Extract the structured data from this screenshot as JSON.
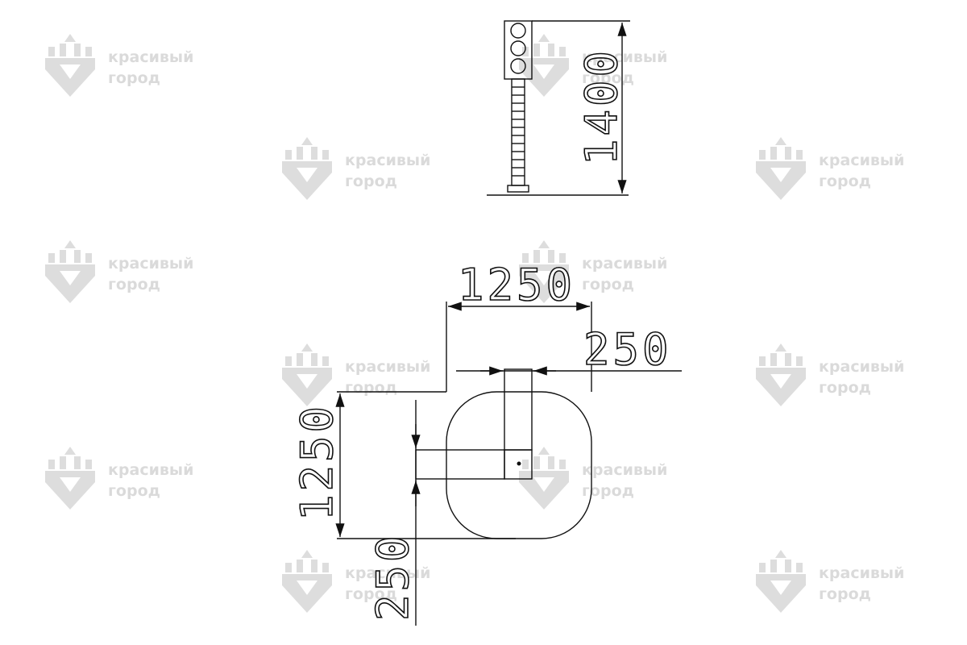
{
  "watermark": {
    "line1": "красивый",
    "line2": "город",
    "color": "#a9a9a9",
    "icon": "castle-shield-icon"
  },
  "drawing": {
    "line_color": "#111111",
    "elevation_view": {
      "height_label": "1400"
    },
    "plan_view": {
      "width_label": "1250",
      "post_width_label": "250",
      "depth_label": "1250",
      "post_depth_label": "250"
    }
  }
}
